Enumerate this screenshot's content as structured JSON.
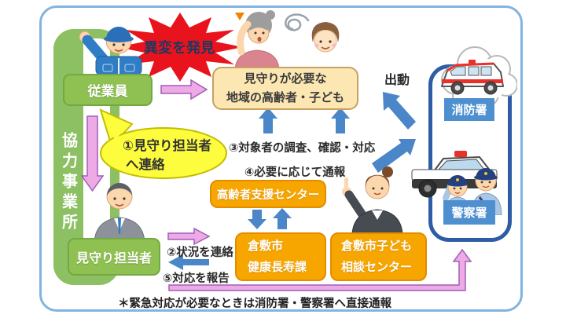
{
  "diagram": {
    "alert": "異変を発見",
    "cooperating_office": {
      "frame_label": "協力事業所",
      "employee_label": "従業員",
      "monitor_label": "見守り担当者",
      "bubble_line1": "①見守り担当者",
      "bubble_line2": "へ連絡"
    },
    "targets": {
      "line1": "見守りが必要な",
      "line2": "地域の高齢者・子ども"
    },
    "steps": {
      "s2": "②状況を連絡",
      "s3": "③対象者の調査、確認・対応",
      "s4": "④必要に応じて通報",
      "s5": "⑤対応を報告"
    },
    "support": {
      "elder_center": "高齢者支援センター",
      "city_line1": "倉敷市",
      "city_line2": "健康長寿課",
      "child_line1": "倉敷市子ども",
      "child_line2": "相談センター"
    },
    "emergency": {
      "dispatch": "出動",
      "fire": "消防署",
      "police": "警察署"
    },
    "footnote": "＊緊急対応が必要なときは消防署・警察署へ直接通報"
  },
  "icons": {
    "worker": "worker-in-blue-uniform",
    "suit_man": "man-in-suit",
    "elderly_woman": "elderly-woman-confused",
    "dizzy_swirl": "dizzy-swirl",
    "child": "child-face",
    "office_woman": "office-woman-pointing",
    "ambulance": "ambulance-in-cloud",
    "police_car_officers": "police-car-with-two-officers",
    "alert_triangle": "orange-alert-triangle"
  },
  "colors": {
    "outer_border": "#82b4e0",
    "coop_green": "#8cc063",
    "green_box": "#8fc152",
    "star_red": "#e8131c",
    "star_text": "#1e3862",
    "tan_fill": "#fce7b2",
    "tan_border": "#c9a063",
    "orange_fill": "#f7a600",
    "blue_label": "#4e8fd0",
    "blue_arrow": "#4a86c8",
    "pink_arrow": "#eeaae6",
    "pink_arrow_border": "#9f5fb5",
    "bubble_yellow": "#fdfd3d",
    "emergency_frame": "#2e5da6"
  }
}
